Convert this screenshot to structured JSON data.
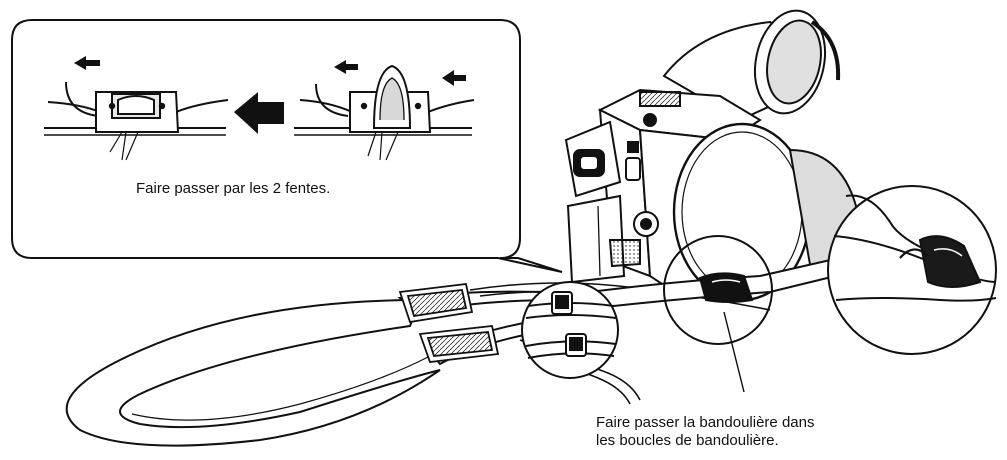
{
  "callout": {
    "instruction": "Faire passer par les 2 fentes."
  },
  "main_note": {
    "line1": "Faire passer la bandoulière dans",
    "line2": "les boucles de bandoulière."
  },
  "colors": {
    "ink": "#111111",
    "paper": "#ffffff",
    "shade": "#bdbdbd",
    "dark": "#1a1a1a"
  },
  "icons": [
    "arrow-left-icon",
    "arrow-direction-icon",
    "camcorder",
    "shoulder-strap",
    "strap-buckle",
    "magnifier-circle"
  ]
}
